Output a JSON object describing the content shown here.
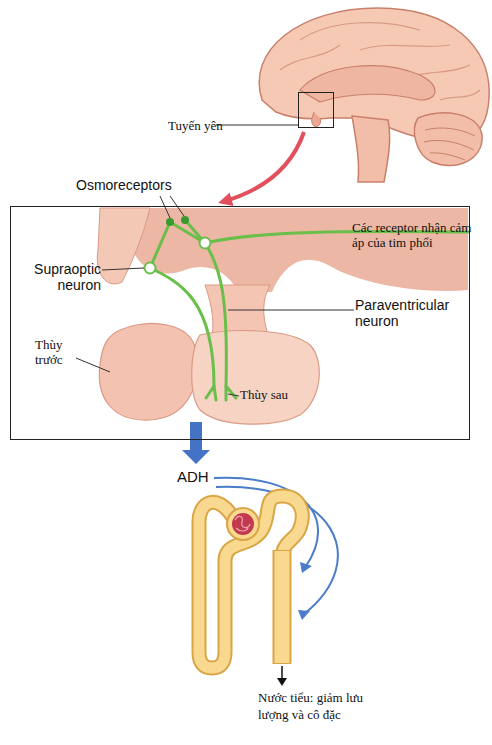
{
  "diagram": {
    "nodes": [
      {
        "text": [
          "Tuyến yên"
        ]
      },
      {
        "text": [
          "Osmoreceptors",
          "Các receptor nhận cảm áp của tim phổi",
          "Supraoptic neuron",
          "Paraventricular neuron",
          "Thùy trước",
          "Thùy sau"
        ]
      }
    ],
    "edges": [
      {
        "from": 0,
        "to": 1,
        "arrow": "to"
      }
    ],
    "labels": [
      "ADH",
      "Nước tiểu: giảm lưu lượng và cô đặc"
    ]
  }
}
